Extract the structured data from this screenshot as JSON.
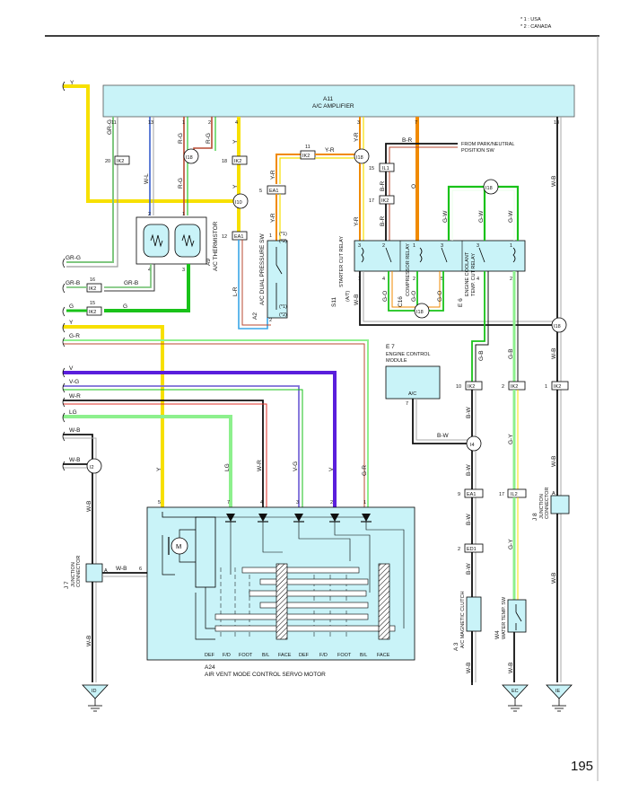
{
  "header": {
    "note_usa": "* 1 : USA",
    "note_canada": "* 2 : CANADA"
  },
  "page_number": "195",
  "components": {
    "a11": {
      "ref": "A11",
      "name": "A/C AMPLIFIER"
    },
    "a9": {
      "ref": "A9",
      "name": "A/C THERMISTOR"
    },
    "a2": {
      "ref": "A2",
      "name": "A/C DUAL PRESSURE SW"
    },
    "s11": {
      "ref": "S11",
      "name": "STARTER CUT RELAY",
      "sub": "(A/T)"
    },
    "c16": {
      "ref": "C16",
      "name": "COMPRESSOR RELAY"
    },
    "e6": {
      "ref": "E 6",
      "name": "ENGINE COOLANT",
      "name2": "TEMP. CUT RELAY"
    },
    "e7": {
      "ref": "E 7",
      "name": "ENGINE CONTROL",
      "name2": "MODULE",
      "pin": "A/C"
    },
    "a24": {
      "ref": "A24",
      "name": "AIR VENT MODE CONTROL SERVO MOTOR"
    },
    "j7": {
      "ref": "J 7",
      "name": "JUNCTION",
      "name2": "CONNECTOR"
    },
    "j8": {
      "ref": "J 8",
      "name": "JUNCTION",
      "name2": "CONNECTOR"
    },
    "a3": {
      "ref": "A 3",
      "name": "A/C MAGNETIC CLUTCH"
    },
    "w4": {
      "ref": "W4",
      "name": "WATER TEMP. SW"
    }
  },
  "labels": {
    "from_park": "FROM PARK/NEUTRAL",
    "position_sw": "POSITION SW",
    "motor": "M",
    "star1": "(*1)",
    "star2": "(*2)"
  },
  "servo_modes": [
    "DEF",
    "F/D",
    "FOOT",
    "B/L",
    "FACE",
    "DEF",
    "F/D",
    "FOOT",
    "B/L",
    "FACE"
  ],
  "connectors": {
    "ik2": "IK2",
    "i18": "I18",
    "i10": "I10",
    "ea1": "EA1",
    "il1": "IL1",
    "i4": "I4",
    "i2": "I2",
    "il2": "IL2",
    "ed1": "ED1",
    "id": "ID",
    "ec": "EC",
    "ie": "IE"
  },
  "pins": {
    "p11": "11",
    "p13": "13",
    "p1": "1",
    "p2": "2",
    "p4": "4",
    "p3": "3",
    "p7": "7",
    "p20": "20",
    "p18": "18",
    "p12": "12",
    "p5": "5",
    "p15": "15",
    "p17": "17",
    "p16": "16",
    "p10": "10",
    "p9": "9",
    "p6": "6"
  },
  "wires": {
    "y": "Y",
    "gr_g": "GR-G",
    "gr_b": "GR-B",
    "g": "G",
    "g_r": "G-R",
    "v": "V",
    "v_g": "V-G",
    "w_r": "W-R",
    "lg": "LG",
    "w_b": "W-B",
    "w_l": "W-L",
    "r_g": "R-G",
    "y_r": "Y-R",
    "b_r": "B-R",
    "o": "O",
    "g_w": "G-W",
    "g_o": "G-O",
    "l_r": "L-R",
    "b_w": "B-W",
    "g_b": "G-B",
    "g_y": "G-Y",
    "a": "A"
  },
  "colors": {
    "yellow": "#f7e000",
    "orange": "#f08a00",
    "green": "#19c219",
    "light_green": "#8df08d",
    "violet": "#5a1edc",
    "light_blue": "#c9f3f8",
    "brown_red": "#b84a32",
    "black": "#1a1a1a"
  }
}
